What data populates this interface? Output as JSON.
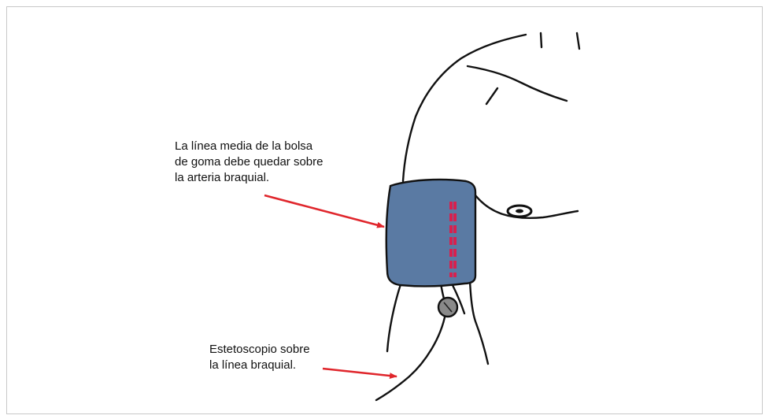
{
  "annotations": {
    "bolsa": {
      "line1": "La línea media de la bolsa",
      "line2": "de goma debe quedar sobre",
      "line3": "la arteria braquial."
    },
    "estetoscopio": {
      "line1": "Estetoscopio sobre",
      "line2": "la línea braquial."
    }
  },
  "colors": {
    "cuff": "#5a7aa3",
    "arrow": "#e0262c",
    "midline": "#d8204e",
    "outline": "#111111"
  }
}
